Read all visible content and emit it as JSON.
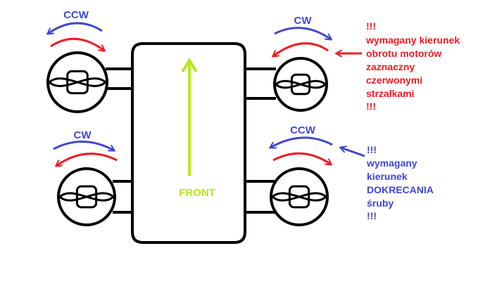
{
  "rotors": {
    "front_left": {
      "label": "CCW"
    },
    "front_right": {
      "label": "CW"
    },
    "rear_left": {
      "label": "CW"
    },
    "rear_right": {
      "label": "CCW"
    }
  },
  "front_label": "FRONT",
  "notes": {
    "red_lines": [
      "!!!",
      "wymagany kierunek",
      "obrotu motorów",
      "zaznaczny",
      "czerwonymi",
      "strzałkami",
      "!!!"
    ],
    "blue_lines": [
      "!!!",
      "wymagany",
      "kierunek",
      "DOKRECANIA",
      "śruby",
      "!!!"
    ]
  },
  "colors": {
    "blue": "#3f48cc",
    "red": "#ed1c24",
    "green": "#b5e61d",
    "black": "#000000"
  }
}
